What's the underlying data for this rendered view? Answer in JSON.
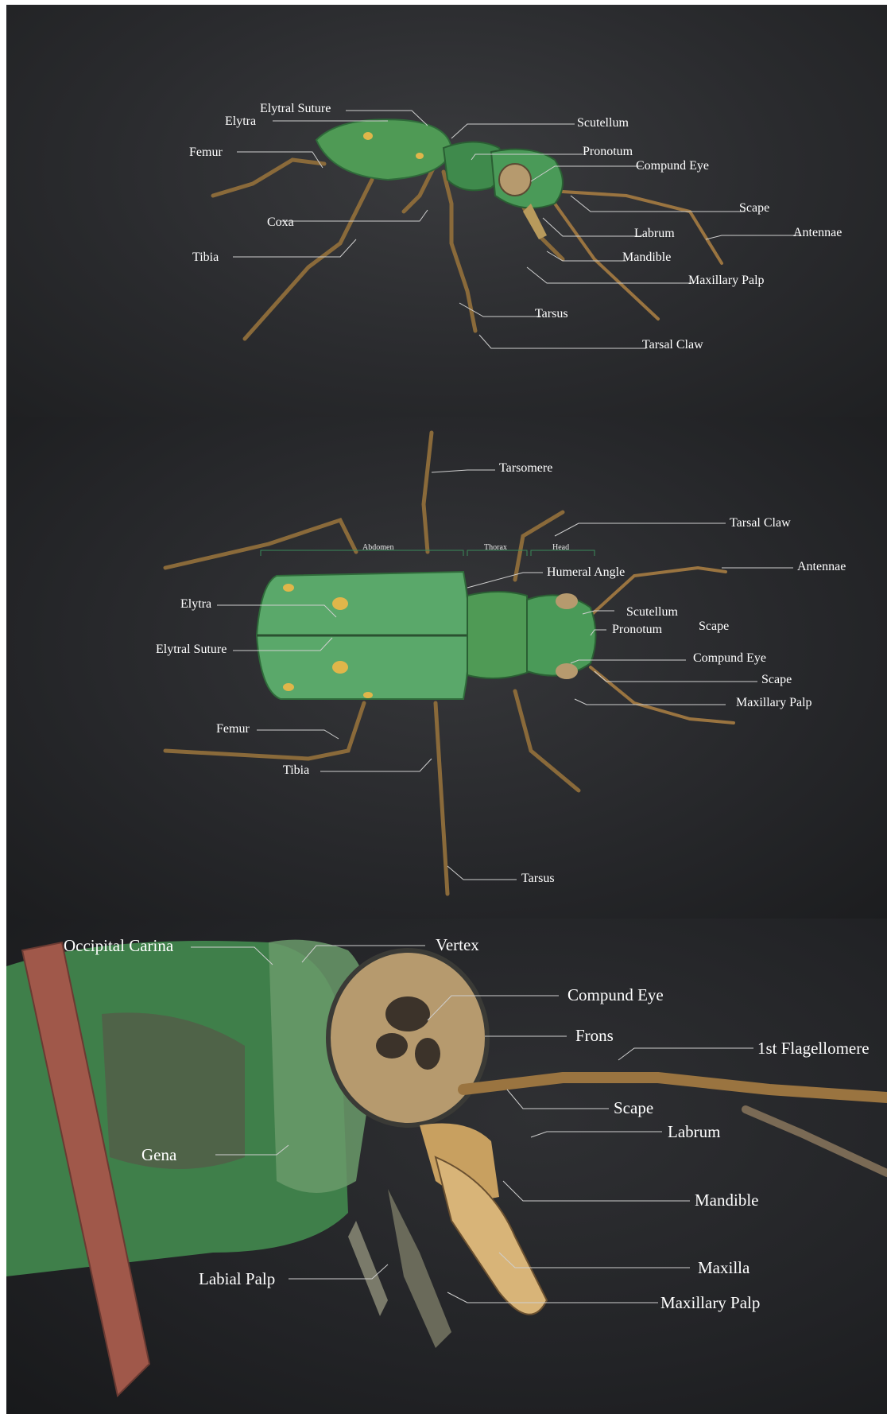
{
  "panel_top": {
    "labels": {
      "elytral_suture": "Elytral Suture",
      "elytra": "Elytra",
      "femur": "Femur",
      "coxa": "Coxa",
      "tibia": "Tibia",
      "scutellum": "Scutellum",
      "pronotum": "Pronotum",
      "compound_eye": "Compund Eye",
      "scape": "Scape",
      "antennae": "Antennae",
      "labrum": "Labrum",
      "mandible": "Mandible",
      "maxillary_palp": "Maxillary Palp",
      "tarsus": "Tarsus",
      "tarsal_claw": "Tarsal Claw"
    }
  },
  "panel_middle": {
    "labels": {
      "tarsomere": "Tarsomere",
      "tarsal_claw": "Tarsal Claw",
      "abdomen": "Abdomen",
      "thorax": "Thorax",
      "head": "Head",
      "humeral_angle": "Humeral Angle",
      "antennae": "Antennae",
      "elytra": "Elytra",
      "scutellum": "Scutellum",
      "scape_upper": "Scape",
      "elytral_suture": "Elytral Suture",
      "pronotum": "Pronotum",
      "compound_eye": "Compund Eye",
      "scape_lower": "Scape",
      "maxillary_palp": "Maxillary Palp",
      "femur": "Femur",
      "tibia": "Tibia",
      "tarsus": "Tarsus"
    }
  },
  "panel_bottom": {
    "labels": {
      "occipital_carina": "Occipital Carina",
      "vertex": "Vertex",
      "compound_eye": "Compund Eye",
      "frons": "Frons",
      "first_flagellomere": "1st Flagellomere",
      "scape": "Scape",
      "labrum": "Labrum",
      "gena": "Gena",
      "mandible": "Mandible",
      "maxilla": "Maxilla",
      "labial_palp": "Labial Palp",
      "maxillary_palp": "Maxillary Palp"
    }
  },
  "colors": {
    "body_green": "#4f9a55",
    "elytra_green": "#5aa86a",
    "spot_yellow": "#e0b64a",
    "leg_brown": "#8a6a3a",
    "eye_tan": "#b69a6e",
    "label_white": "#ffffff",
    "leader_line": "#cfcfcf"
  }
}
